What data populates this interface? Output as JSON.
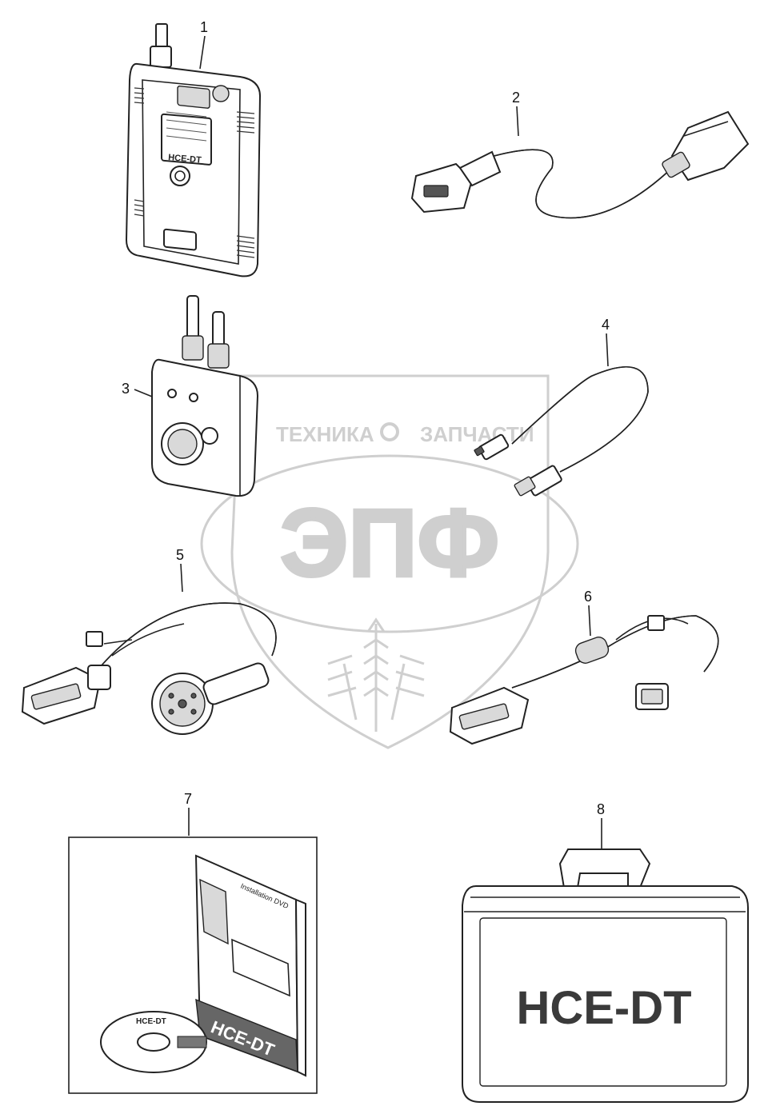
{
  "watermark": {
    "left_text": "ТЕХНИКА",
    "right_text": "ЗАПЧАСТИ",
    "logo_text": "ЭПФ"
  },
  "callouts": [
    "1",
    "2",
    "3",
    "4",
    "5",
    "6",
    "7",
    "8"
  ],
  "device_label": "HCE-DT",
  "case_label": "HCE-DT",
  "manual_label": "HCE-DT",
  "manual_header": "Installation DVD",
  "disc_label": "HCE-DT"
}
